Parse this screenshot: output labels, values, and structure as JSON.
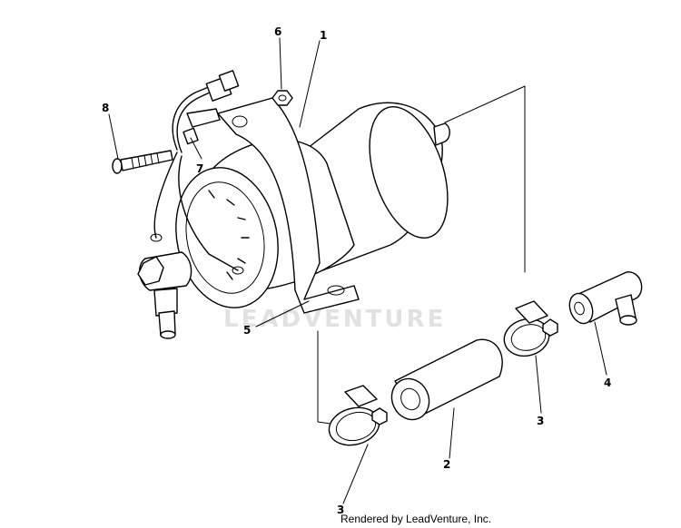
{
  "diagram": {
    "watermark": "LEADVENTURE",
    "credit": "Rendered by LeadVenture, Inc.",
    "callouts": [
      "1",
      "2",
      "3",
      "3",
      "4",
      "5",
      "6",
      "7",
      "8"
    ]
  }
}
